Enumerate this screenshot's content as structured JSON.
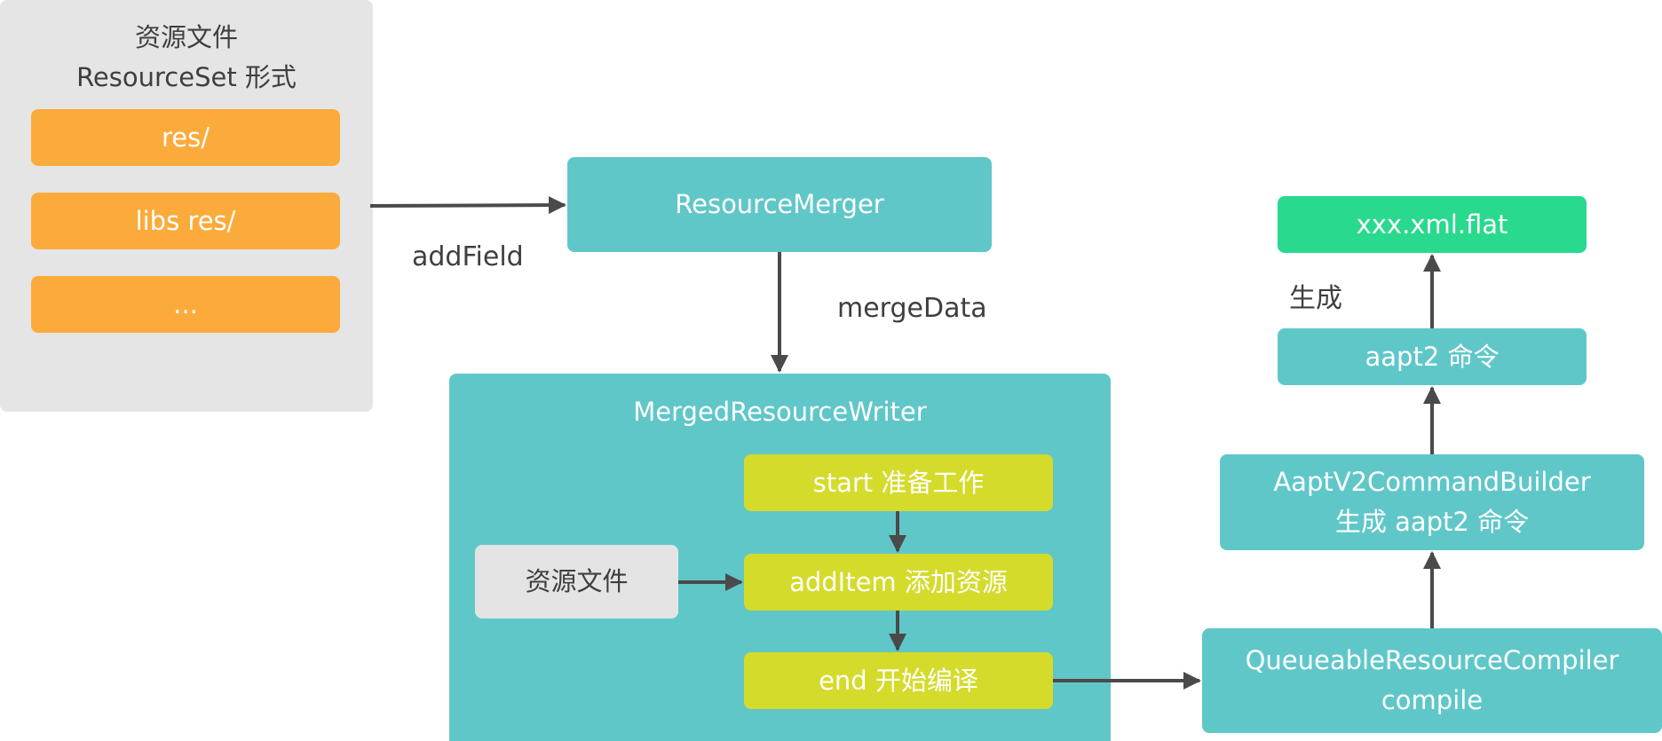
{
  "source_panel": {
    "title_line1": "资源文件",
    "title_line2": "ResourceSet 形式",
    "items": [
      "res/",
      "libs res/",
      "..."
    ]
  },
  "resource_merger": {
    "label": "ResourceMerger"
  },
  "edges": {
    "add_field": "addField",
    "merge_data": "mergeData",
    "generate": "生成"
  },
  "writer": {
    "title": "MergedResourceWriter",
    "start": "start 准备工作",
    "add_item": "addItem 添加资源",
    "end": "end 开始编译",
    "resource_file": "资源文件"
  },
  "compiler": {
    "line1": "QueueableResourceCompiler",
    "line2": "compile"
  },
  "builder": {
    "line1": "AaptV2CommandBuilder",
    "line2": "生成 aapt2 命令"
  },
  "aapt2": {
    "label": "aapt2 命令"
  },
  "output": {
    "label": "xxx.xml.flat"
  },
  "colors": {
    "grey_panel": "#e5e5e5",
    "orange": "#fbab3c",
    "teal": "#60c7c9",
    "lime": "#d4db2b",
    "green": "#28d98e",
    "arrow": "#4a4a4a"
  }
}
